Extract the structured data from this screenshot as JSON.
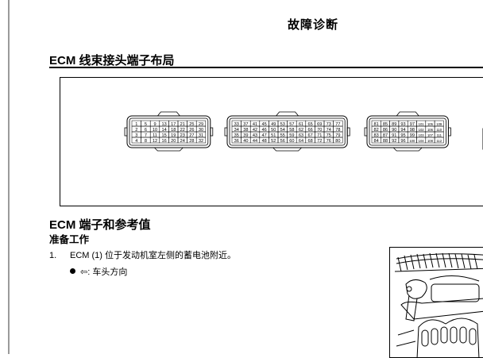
{
  "header": {
    "title": "故障诊断"
  },
  "section1": {
    "title": "ECM 线束接头端子布局"
  },
  "connectors": [
    {
      "rows": [
        [
          "1",
          "5",
          "9",
          "13",
          "17",
          "21",
          "25",
          "29"
        ],
        [
          "2",
          "6",
          "10",
          "14",
          "18",
          "22",
          "26",
          "30"
        ],
        [
          "3",
          "7",
          "11",
          "15",
          "19",
          "23",
          "27",
          "31"
        ],
        [
          "4",
          "8",
          "12",
          "16",
          "20",
          "24",
          "28",
          "32"
        ]
      ]
    },
    {
      "rows": [
        [
          "33",
          "37",
          "41",
          "45",
          "49",
          "53",
          "57",
          "61",
          "65",
          "69",
          "73",
          "77"
        ],
        [
          "34",
          "38",
          "42",
          "46",
          "50",
          "54",
          "58",
          "62",
          "66",
          "70",
          "74",
          "78"
        ],
        [
          "35",
          "39",
          "43",
          "47",
          "51",
          "55",
          "59",
          "63",
          "67",
          "71",
          "75",
          "79"
        ],
        [
          "36",
          "40",
          "44",
          "48",
          "52",
          "56",
          "60",
          "64",
          "68",
          "72",
          "76",
          "80"
        ]
      ]
    },
    {
      "rows": [
        [
          "81",
          "85",
          "89",
          "93",
          "97",
          "101",
          "105",
          "109"
        ],
        [
          "82",
          "86",
          "90",
          "94",
          "98",
          "102",
          "106",
          "110"
        ],
        [
          "83",
          "87",
          "91",
          "95",
          "99",
          "103",
          "107",
          "111"
        ],
        [
          "84",
          "88",
          "92",
          "96",
          "100",
          "104",
          "108",
          "112"
        ]
      ]
    }
  ],
  "section2": {
    "title": "ECM 端子和参考值",
    "subtitle": "准备工作",
    "step_number": "1.",
    "step_text": "ECM (1) 位于发动机室左侧的蓄电池附近。",
    "bullet_text": "⇦: 车头方向"
  }
}
